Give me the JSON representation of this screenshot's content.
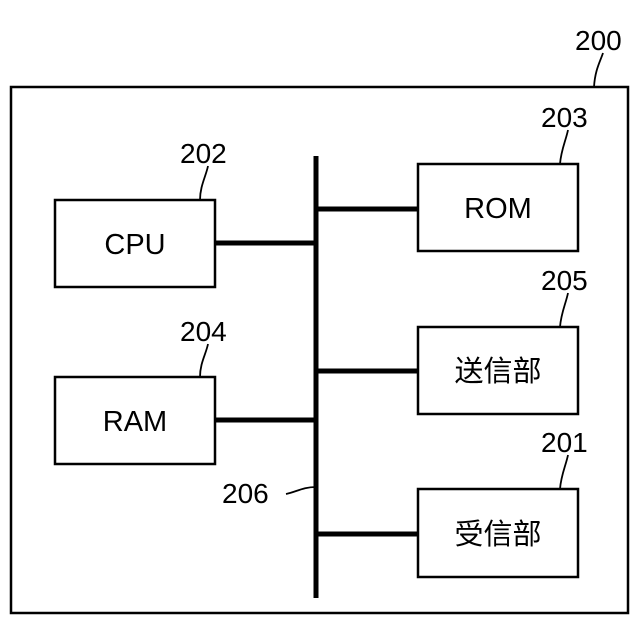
{
  "device": {
    "ref": "200"
  },
  "components": {
    "cpu": {
      "label": "CPU",
      "ref": "202"
    },
    "ram": {
      "label": "RAM",
      "ref": "204"
    },
    "rom": {
      "label": "ROM",
      "ref": "203"
    },
    "sender": {
      "label": "送信部",
      "ref": "205"
    },
    "receiver": {
      "label": "受信部",
      "ref": "201"
    }
  },
  "bus": {
    "ref": "206"
  }
}
